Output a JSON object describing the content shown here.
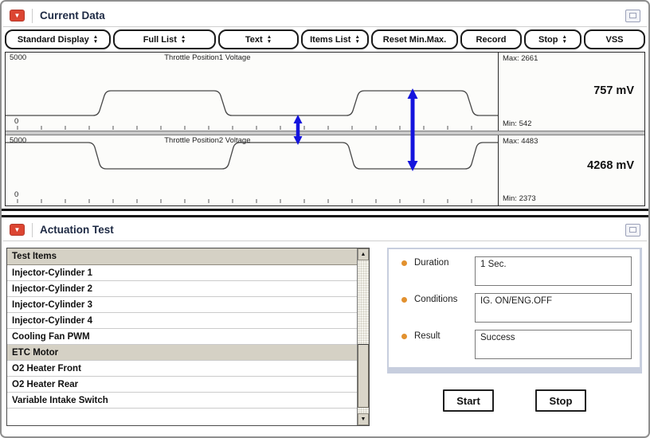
{
  "colors": {
    "arrow_blue": "#1414dd",
    "collapse_icon_red": "#dc4532",
    "bullet_orange": "#e2912f",
    "selected_row_bg": "#d5d1c5"
  },
  "panels": {
    "current_data": {
      "title": "Current Data",
      "toolbar": [
        {
          "label": "Standard Display"
        },
        {
          "label": "Full List"
        },
        {
          "label": "Text"
        },
        {
          "label": "Items List"
        },
        {
          "label": "Reset Min.Max."
        },
        {
          "label": "Record"
        },
        {
          "label": "Stop"
        },
        {
          "label": "VSS"
        }
      ],
      "charts": [
        {
          "title": "Throttle Position1 Voltage",
          "y_top": "5000",
          "y_bottom": "0",
          "max_label": "Max: 2661",
          "min_label": "Min: 542",
          "value": "757 mV"
        },
        {
          "title": "Throttle Position2 Voltage",
          "y_top": "5000",
          "y_bottom": "0",
          "max_label": "Max: 4483",
          "min_label": "Min: 2373",
          "value": "4268 mV"
        }
      ]
    },
    "actuation_test": {
      "title": "Actuation Test",
      "list": {
        "header": "Test Items",
        "items": [
          "Injector-Cylinder 1",
          "Injector-Cylinder 2",
          "Injector-Cylinder 3",
          "Injector-Cylinder 4",
          "Cooling Fan PWM",
          "ETC Motor",
          "O2 Heater Front",
          "O2 Heater Rear",
          "Variable Intake Switch"
        ],
        "selected_item": "ETC Motor"
      },
      "details": [
        {
          "label": "Duration",
          "value": "1 Sec."
        },
        {
          "label": "Conditions",
          "value": "IG. ON/ENG.OFF"
        },
        {
          "label": "Result",
          "value": "Success"
        }
      ],
      "start_button": "Start",
      "stop_button": "Stop"
    }
  },
  "chart_data": [
    {
      "type": "line",
      "title": "Throttle Position1 Voltage",
      "ylabel": "mV",
      "ylim": [
        0,
        5000
      ],
      "current_value_mV": 757,
      "max_mV": 2661,
      "min_mV": 542,
      "pattern": "square wave: baseline ~542 mV with two high pulses ~2661 mV"
    },
    {
      "type": "line",
      "title": "Throttle Position2 Voltage",
      "ylabel": "mV",
      "ylim": [
        0,
        5000
      ],
      "current_value_mV": 4268,
      "max_mV": 4483,
      "min_mV": 2373,
      "pattern": "inverted square wave: baseline ~4483 mV with two low pulses ~2373 mV, mirror of sensor 1"
    }
  ]
}
